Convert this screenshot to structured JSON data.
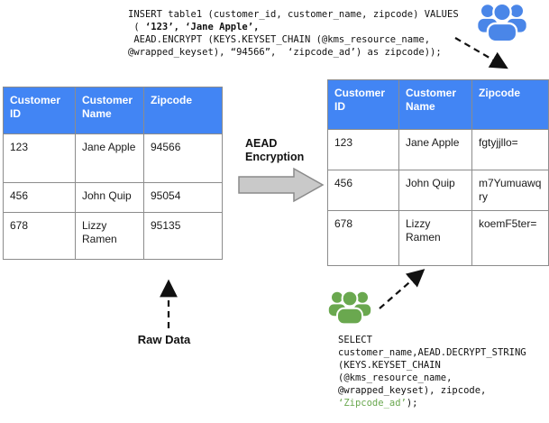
{
  "insert_sql": {
    "line1": "INSERT table1 (customer_id, customer_name, zipcode) VALUES",
    "line2_prefix": " ( ",
    "line2_bold": "‘123’, ‘Jane Apple’,",
    "line3": " AEAD.ENCRYPT (KEYS.KEYSET_CHAIN (@kms_resource_name,",
    "line4": "@wrapped_keyset), “94566”,  ‘zipcode_ad’) as zipcode));"
  },
  "select_sql": {
    "line1": "SELECT",
    "line2": "customer_name,AEAD.DECRYPT_STRING",
    "line3": "(KEYS.KEYSET_CHAIN",
    "line4": "(@kms_resource_name,",
    "line5": "@wrapped_keyset), zipcode,",
    "line6_highlight": "‘Zipcode_ad’",
    "line6_suffix": ");"
  },
  "arrow_label": "AEAD Encryption",
  "raw_data_label": "Raw Data",
  "raw_table": {
    "headers": [
      "Customer ID",
      "Customer Name",
      "Zipcode"
    ],
    "rows": [
      [
        "123",
        "Jane Apple",
        "94566"
      ],
      [
        "456",
        "John Quip",
        "95054"
      ],
      [
        "678",
        "Lizzy Ramen",
        "95135"
      ]
    ]
  },
  "encrypted_table": {
    "headers": [
      "Customer ID",
      "Customer Name",
      "Zipcode"
    ],
    "rows": [
      [
        "123",
        "Jane Apple",
        "fgtyjjllo="
      ],
      [
        "456",
        "John Quip",
        "m7Yumuawqry"
      ],
      [
        "678",
        "Lizzy Ramen",
        "koemF5ter="
      ]
    ]
  },
  "icons": {
    "insert_actor": "users-group-icon",
    "select_actor": "users-group-icon"
  },
  "colors": {
    "table_header_blue": "#4285f4",
    "insert_actor_blue": "#4a86e8",
    "select_actor_green": "#6aa84f",
    "highlight_green": "#6aa84f",
    "block_arrow_fill": "#c9c9c9",
    "block_arrow_border": "#8a8a8a"
  }
}
